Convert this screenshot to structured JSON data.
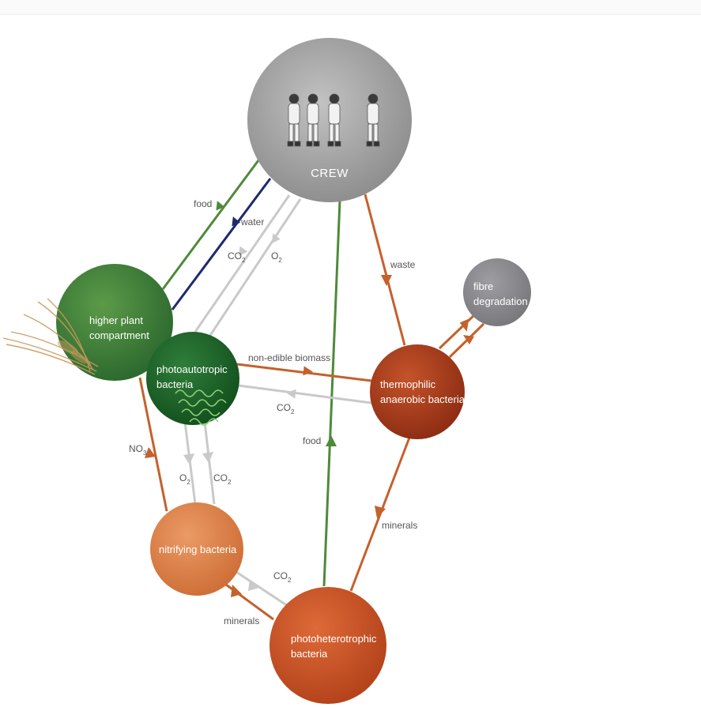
{
  "colors": {
    "food_green": "#4f8a3a",
    "water_navy": "#1e2a6e",
    "gas_gray": "#c9c9c9",
    "orange_flow": "#c4612c",
    "crew_gray": "#a9a9a9",
    "plant_green": "#3f7f3a",
    "bacteria_green": "#1f6a2c",
    "fibre_gray": "#8d8d91",
    "thermo_red": "#b5401c",
    "nitrify_orange": "#e2874f",
    "photohet_orange": "#d0562a",
    "wheat": "#c89a5a",
    "label_text": "#555555"
  },
  "icons": {
    "astronauts": "astronaut-figures-icon",
    "wheat": "wheat-stalk-icon",
    "bacteria": "bacteria-chain-icon"
  },
  "nodes": {
    "crew": {
      "label": "CREW"
    },
    "higher_plant": {
      "line1": "higher plant",
      "line2": "compartment"
    },
    "photoautotropic": {
      "line1": "photoautotropic",
      "line2": "bacteria"
    },
    "fibre": {
      "line1": "fibre",
      "line2": "degradation"
    },
    "thermophilic": {
      "line1": "thermophilic",
      "line2": "anaerobic bacteria"
    },
    "nitrifying": {
      "label": "nitrifying bacteria"
    },
    "photoheterotrophic": {
      "line1": "photoheterotrophic",
      "line2": "bacteria"
    }
  },
  "flows": {
    "food_plant": "food",
    "water": "water",
    "co2_crew": {
      "main": "CO",
      "sub": "2"
    },
    "o2_crew": {
      "main": "O",
      "sub": "2"
    },
    "waste": "waste",
    "non_edible": "non-edible biomass",
    "co2_thermo": {
      "main": "CO",
      "sub": "2"
    },
    "food_photohet": "food",
    "no3": {
      "main": "NO",
      "sub": "3"
    },
    "o2_bacteria": {
      "main": "O",
      "sub": "2"
    },
    "co2_bacteria": {
      "main": "CO",
      "sub": "2"
    },
    "minerals_thermo": "minerals",
    "co2_photohet": {
      "main": "CO",
      "sub": "2"
    },
    "minerals_photohet": "minerals"
  }
}
